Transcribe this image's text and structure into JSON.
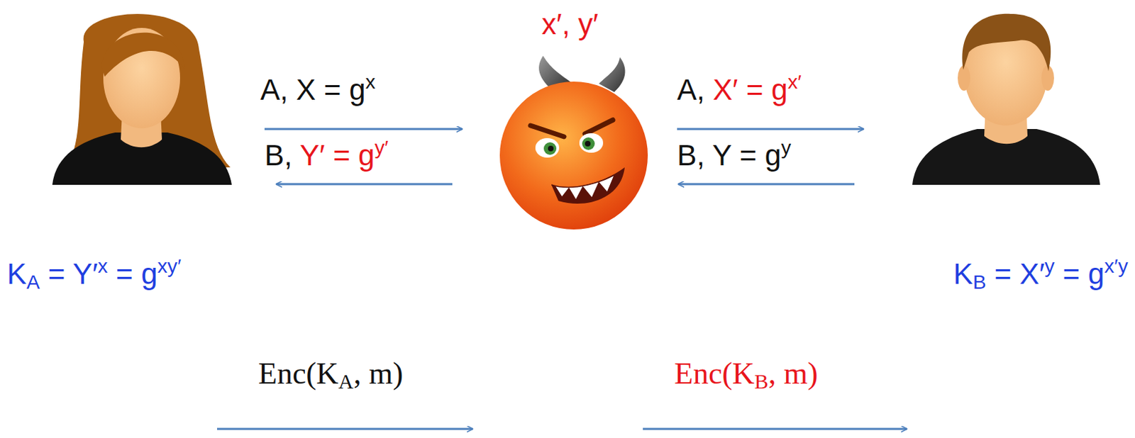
{
  "diagram": {
    "labels": [
      "x′, y′",
      "A, X = gx",
      "B, Y′ = gy′",
      "A, X′ = gx′",
      "B, Y = gy",
      "KA = Y′x = gxy′",
      "KB = X′y = gx′y",
      "Enc(KA, m)",
      "Enc(KB, m)"
    ]
  }
}
